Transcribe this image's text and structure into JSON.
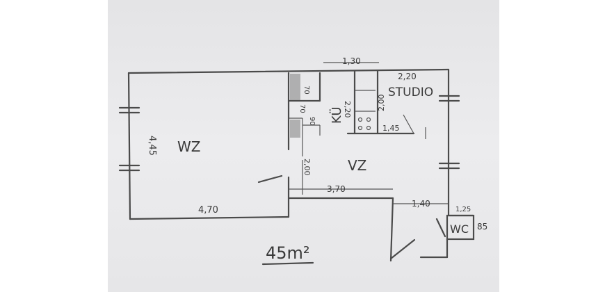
{
  "title": "45m²",
  "rooms": {
    "living": "WZ",
    "hall": "VZ",
    "kitchen": "KÜ",
    "studio": "STUDIO",
    "wc": "WC"
  },
  "dimensions": {
    "living_height": "4,45",
    "living_width": "4,70",
    "kitchen_top": "1,30",
    "studio_top": "2,20",
    "kitchen_height": "2,20",
    "kitchen_unit_height": "2,00",
    "kitchen_unit_width": "1,45",
    "fridge_1": "70",
    "fridge_2": "70",
    "cabinet": "90",
    "hall_opening": "2,00",
    "hall_width": "3,70",
    "corridor_width": "1,40",
    "wc_width": "1,25",
    "wc_depth": "85"
  }
}
